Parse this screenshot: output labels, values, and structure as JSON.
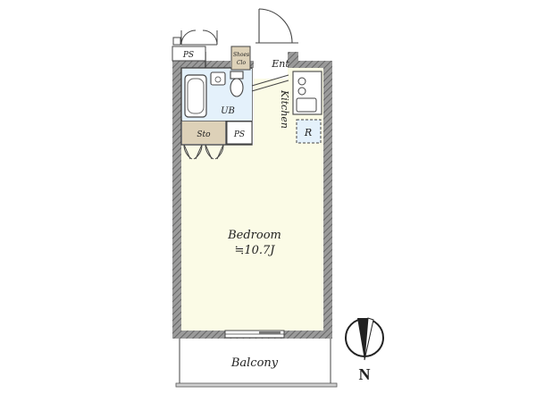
{
  "floorplan": {
    "rooms": {
      "bedroom": {
        "label": "Bedroom",
        "area": "≒10.7J"
      },
      "balcony": {
        "label": "Balcony"
      },
      "unit_bath": {
        "label": "UB"
      },
      "storage": {
        "label": "Sto"
      },
      "pipe_space_inner": {
        "label": "PS"
      },
      "pipe_space_outer": {
        "label": "PS"
      },
      "shoes_closet": {
        "label_line1": "Shoes",
        "label_line2": "Clo"
      },
      "entrance": {
        "label": "Ent"
      },
      "kitchen": {
        "label": "Kitchen"
      },
      "refrigerator": {
        "label": "R"
      }
    },
    "compass": {
      "label": "N"
    }
  },
  "colors": {
    "bedroom_floor": "#fbfbe6",
    "bath_floor": "#e4f1fb",
    "storage_floor": "#ddd1b8",
    "shoes_floor": "#ddd1b8",
    "wall": "#8c8c8c",
    "wall_hatch": "#5a5a5a",
    "line": "#444444"
  }
}
